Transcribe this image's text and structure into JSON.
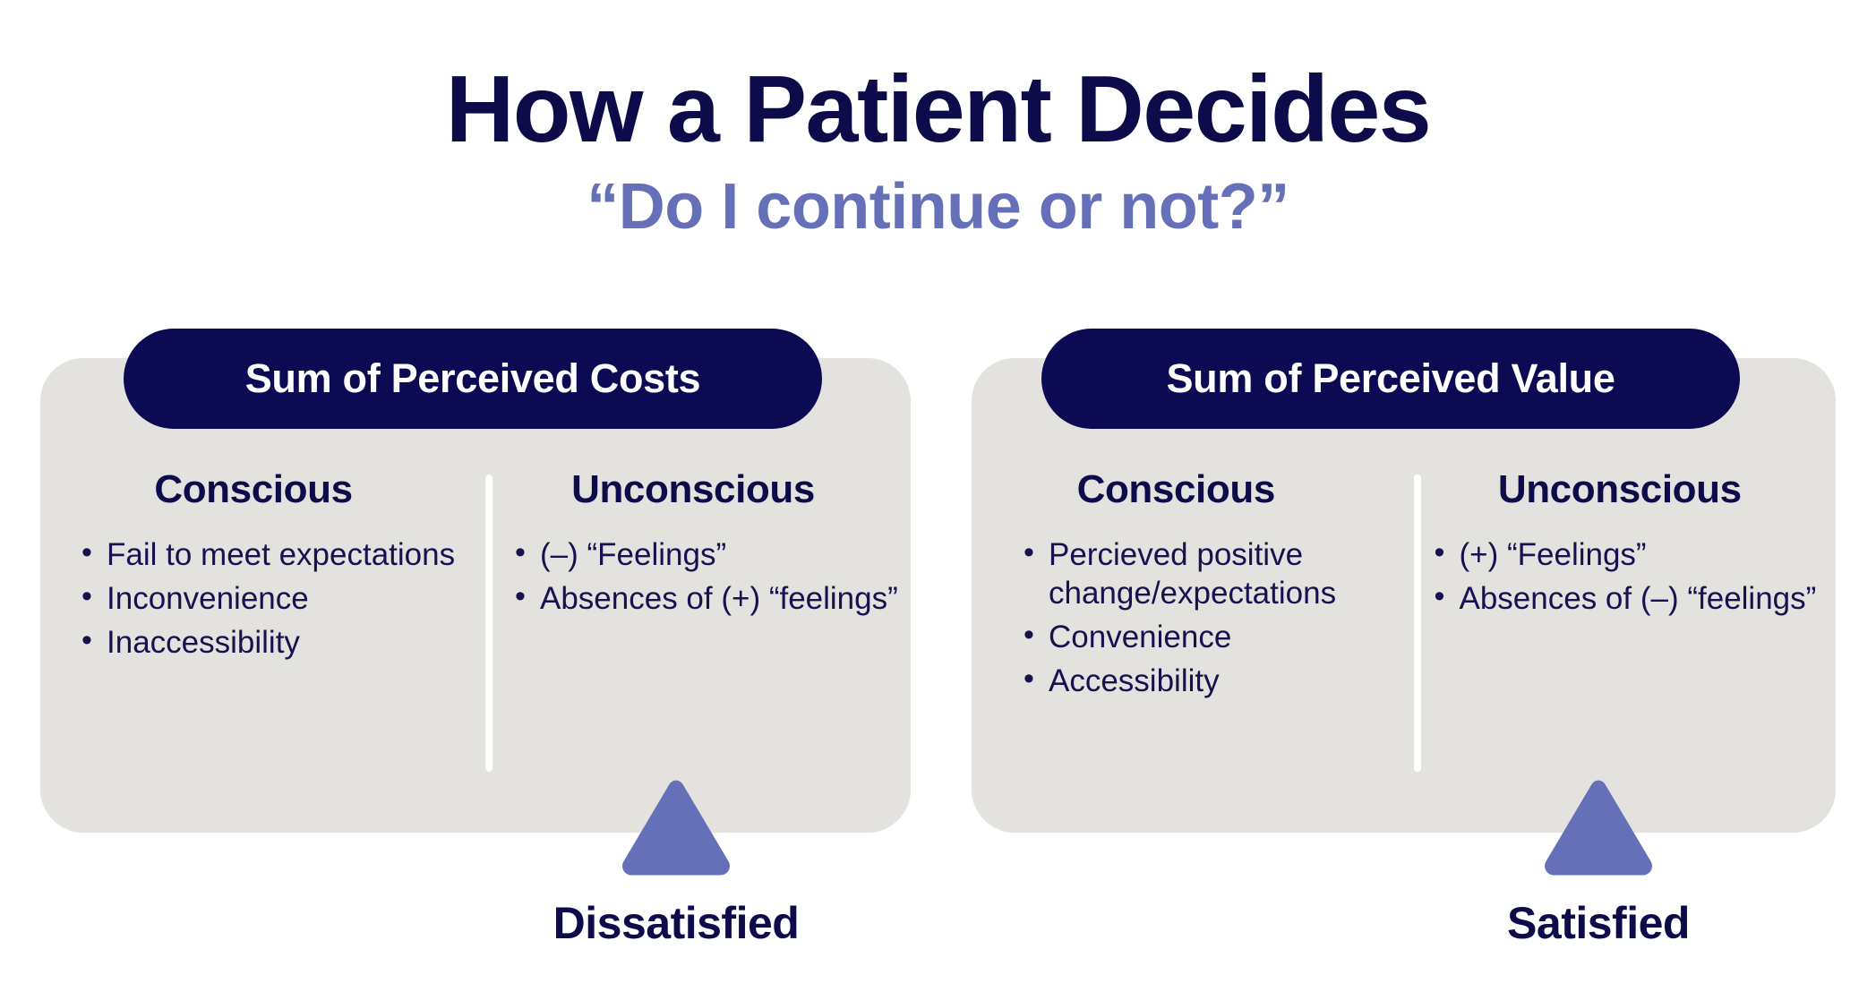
{
  "header": {
    "title": "How a Patient Decides",
    "subtitle": "“Do I continue or not?”"
  },
  "colors": {
    "page_background": "#ffffff",
    "title": "#0e0b4a",
    "subtitle": "#6670b8",
    "card_background": "#e3e2de",
    "pill_background": "#0b0a52",
    "pill_text": "#ffffff",
    "body_text": "#1a1050",
    "divider": "#ffffff",
    "triangle": "#6670b8"
  },
  "panels": [
    {
      "id": "perceived-costs",
      "pill_label": "Sum of Perceived Costs",
      "columns": [
        {
          "heading": "Conscious",
          "bullets": [
            "Fail to meet expectations",
            "Inconvenience",
            "Inaccessibility"
          ]
        },
        {
          "heading": "Unconscious",
          "bullets": [
            "(–) “Feelings”",
            "Absences of (+) “feelings”"
          ]
        }
      ],
      "outcome": {
        "label": "Dissatisfied",
        "marker": "triangle-up-icon"
      }
    },
    {
      "id": "perceived-value",
      "pill_label": "Sum of Perceived Value",
      "columns": [
        {
          "heading": "Conscious",
          "bullets": [
            "Percieved positive change/expectations",
            "Convenience",
            "Accessibility"
          ]
        },
        {
          "heading": "Unconscious",
          "bullets": [
            "(+) “Feelings”",
            "Absences of (–) “feelings”"
          ]
        }
      ],
      "outcome": {
        "label": "Satisfied",
        "marker": "triangle-up-icon"
      }
    }
  ]
}
